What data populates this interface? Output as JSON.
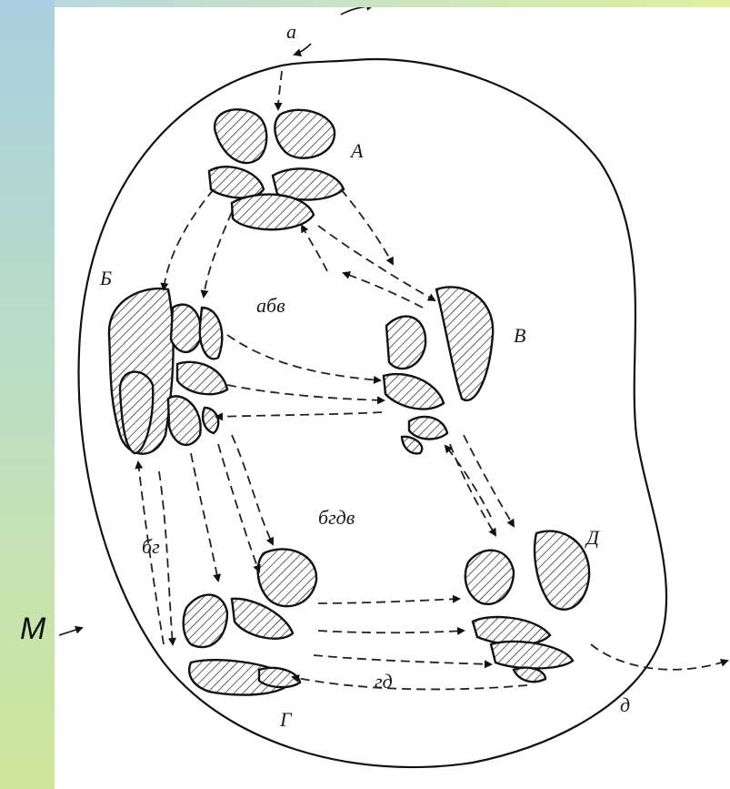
{
  "labels": {
    "a": "а",
    "A": "А",
    "B": "Б",
    "V": "В",
    "G": "Г",
    "D": "Д",
    "d": "д",
    "abv": "абв",
    "bgdv": "бгдв",
    "bg": "бг",
    "gd": "гд",
    "M": "M"
  }
}
